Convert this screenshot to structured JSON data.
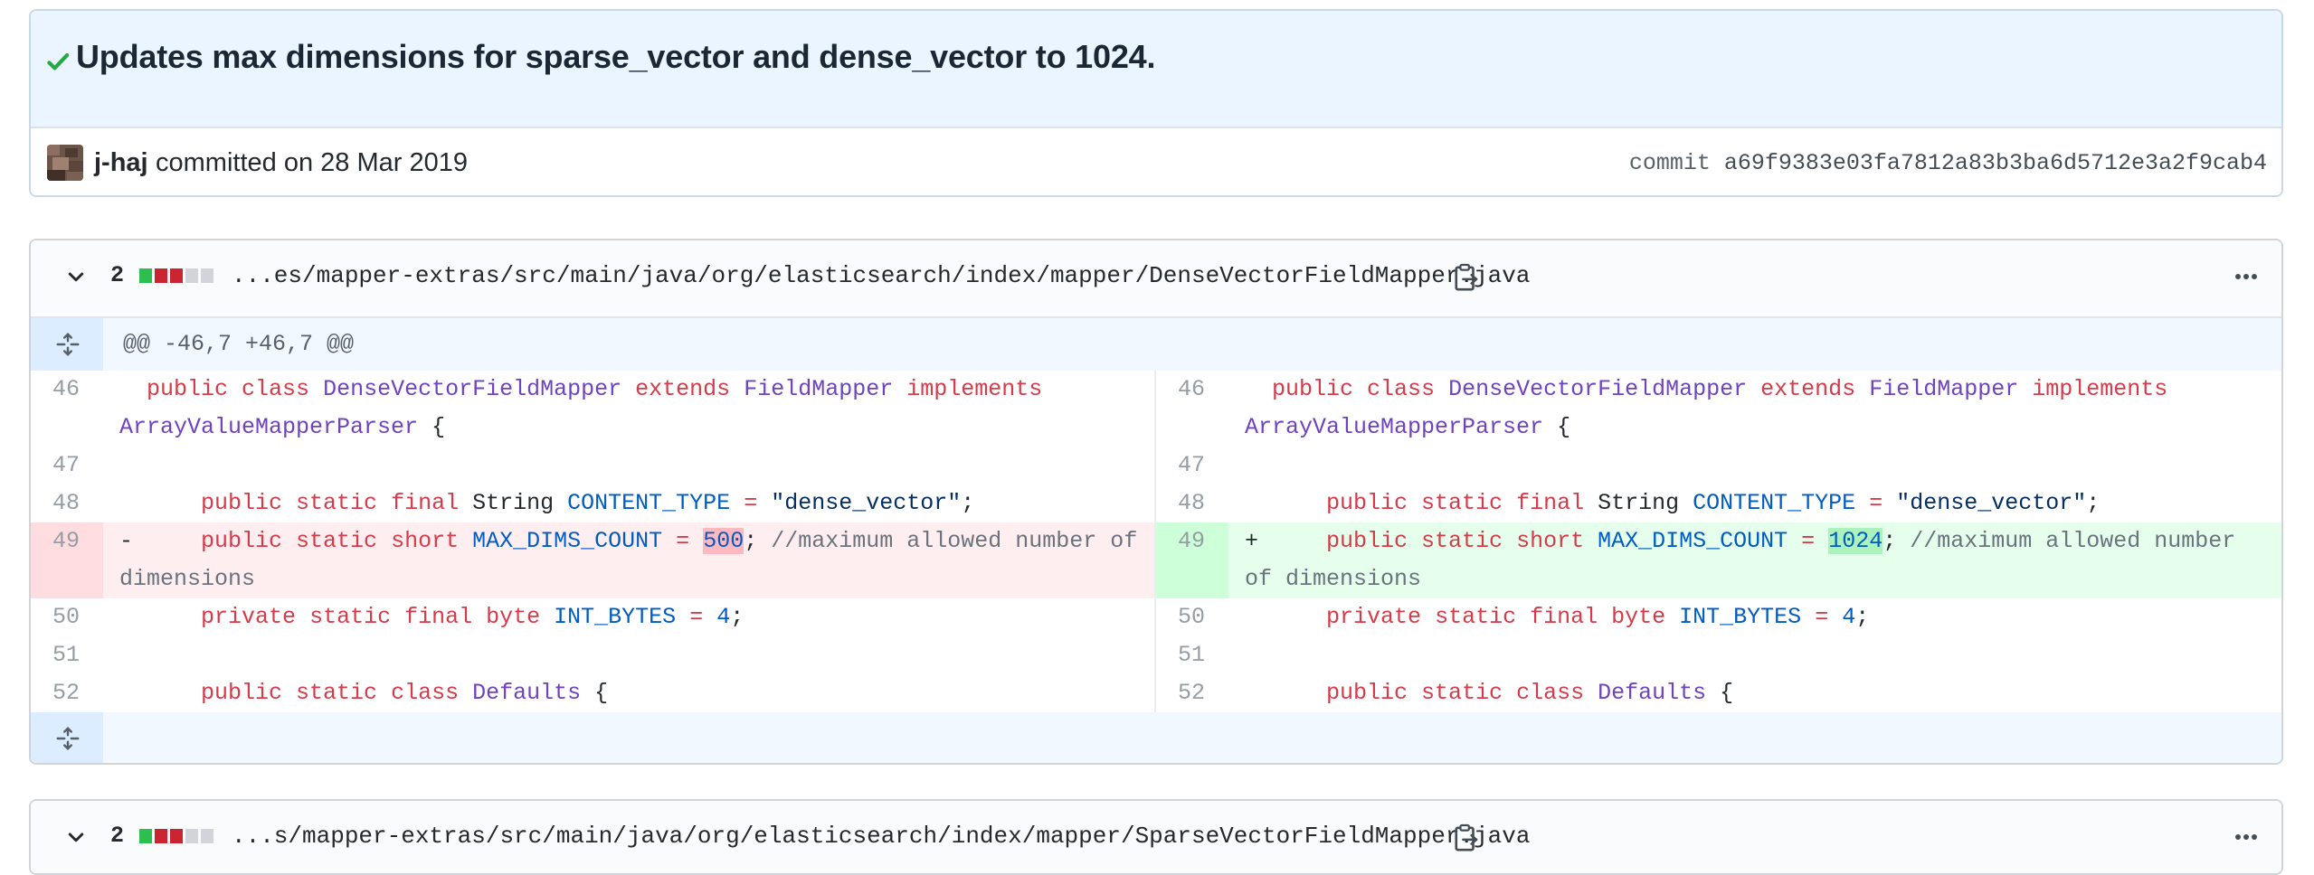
{
  "commit": {
    "title": "Updates max dimensions for sparse_vector and dense_vector to 1024.",
    "author": "j-haj",
    "committed_text": "committed on 28 Mar 2019",
    "sha_label": "commit",
    "sha": "a69f9383e03fa7812a83b3ba6d5712e3a2f9cab4"
  },
  "files": [
    {
      "changes": "2",
      "path": "...es/mapper-extras/src/main/java/org/elasticsearch/index/mapper/DenseVectorFieldMapper.java",
      "hunk": "@@ -46,7 +46,7 @@",
      "left_nums": [
        "46",
        "47",
        "48",
        "49",
        "50",
        "51",
        "52"
      ],
      "right_nums": [
        "46",
        "47",
        "48",
        "49",
        "50",
        "51",
        "52"
      ],
      "markers": {
        "del": "-",
        "add": "+"
      },
      "tokens": {
        "public": "public",
        "class": "class",
        "extends": "extends",
        "implements": "implements",
        "static": "static",
        "final": "final",
        "short": "short",
        "private": "private",
        "byte": "byte",
        "classname": "DenseVectorFieldMapper",
        "superclass": "FieldMapper",
        "iface": "ArrayValueMapperParser",
        "string_type": "String",
        "content_type": "CONTENT_TYPE",
        "eq": "=",
        "content_val": "\"dense_vector\"",
        "max_dims": "MAX_DIMS_COUNT",
        "old_val": "500",
        "new_val": "1024",
        "comment": "//maximum allowed number of dimensions",
        "int_bytes": "INT_BYTES",
        "four": "4",
        "defaults": "Defaults",
        "brace": "{",
        "semi": ";"
      }
    },
    {
      "changes": "2",
      "path": "...s/mapper-extras/src/main/java/org/elasticsearch/index/mapper/SparseVectorFieldMapper.java"
    }
  ],
  "colors": {
    "diffstat": [
      "#2cbe4e",
      "#cb2431",
      "#cb2431",
      "#d1d5da",
      "#d1d5da"
    ]
  }
}
